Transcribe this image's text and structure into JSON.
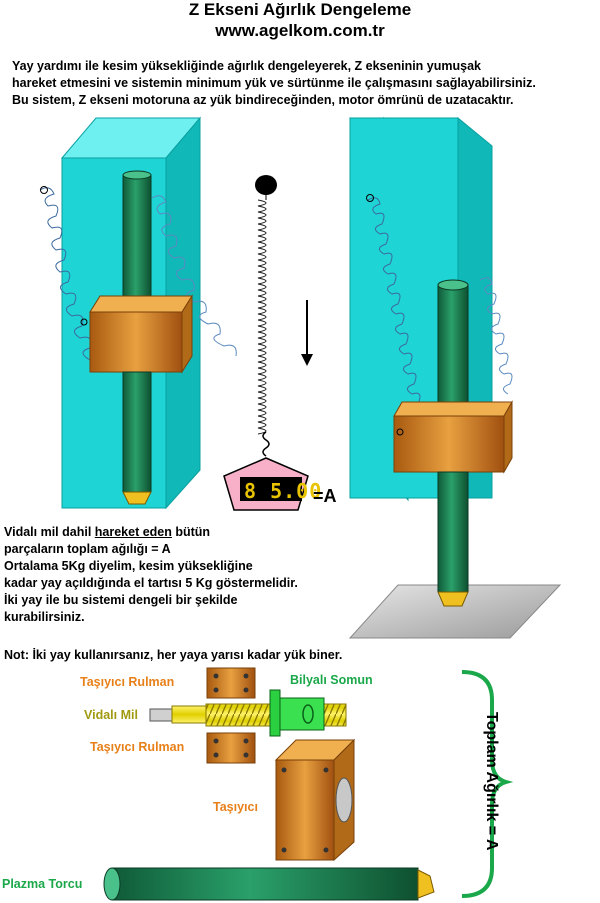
{
  "header": {
    "title": "Z Ekseni Ağırlık Dengeleme",
    "website": "www.agelkom.com.tr"
  },
  "intro": {
    "line1": "Yay yardımı ile kesim yüksekliğinde ağırlık dengeleyerek, Z ekseninin yumuşak",
    "line2": "hareket etmesini ve sistemin minimum yük ve sürtünme ile çalışmasını sağlayabilirsiniz.",
    "line3": "Bu sistem, Z ekseni motoruna  az yük bindireceğinden, motor ömrünü de uzatacaktır."
  },
  "scale": {
    "display": "8 5.00",
    "equals_label": "=A"
  },
  "description": {
    "line1_pre": "Vidalı mil dahil ",
    "line1_underlined": "hareket eden",
    "line1_post": " bütün",
    "line2": "parçaların toplam ağılığı = A",
    "line3": "Ortalama 5Kg diyelim, kesim yüksekliğine",
    "line4": "kadar yay açıldığında  el tartısı 5 Kg göstermelidir.",
    "line5": "İki yay ile bu sistemi dengeli bir şekilde",
    "line6": "kurabilirsiniz."
  },
  "note": "Not: İki yay kullanırsanız, her yaya yarısı kadar yük biner.",
  "parts": {
    "bearing_top": "Taşıyıcı Rulman",
    "ball_nut": "Bilyalı Somun",
    "screw": "Vidalı Mil",
    "bearing_bottom": "Taşıyıcı Rulman",
    "carrier": "Taşıyıcı",
    "torch": "Plazma Torcu"
  },
  "total_label": "Toplam Ağırlık = A",
  "colors": {
    "cyan_block": "#1fd4d4",
    "green_rod": "#1e8a5a",
    "orange_block": "#d88a1e",
    "yellow_tip": "#f0c020",
    "spring": "#3a6aa0",
    "label_orange": "#e8801a",
    "label_green": "#1aa84a"
  }
}
